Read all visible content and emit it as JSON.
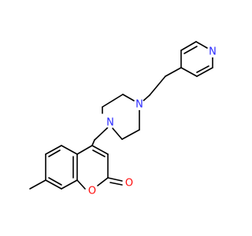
{
  "molecule": {
    "atoms": {
      "n_pip_top": {
        "label": "N",
        "color": "#2a2aff"
      },
      "n_pip_bot": {
        "label": "N",
        "color": "#2a2aff"
      },
      "n_pyr": {
        "label": "N",
        "color": "#2a2aff"
      },
      "o_ring": {
        "label": "O",
        "color": "#ff0d0d"
      },
      "o_carbonyl": {
        "label": "O",
        "color": "#ff0d0d"
      }
    },
    "bond_color": "#000000"
  }
}
